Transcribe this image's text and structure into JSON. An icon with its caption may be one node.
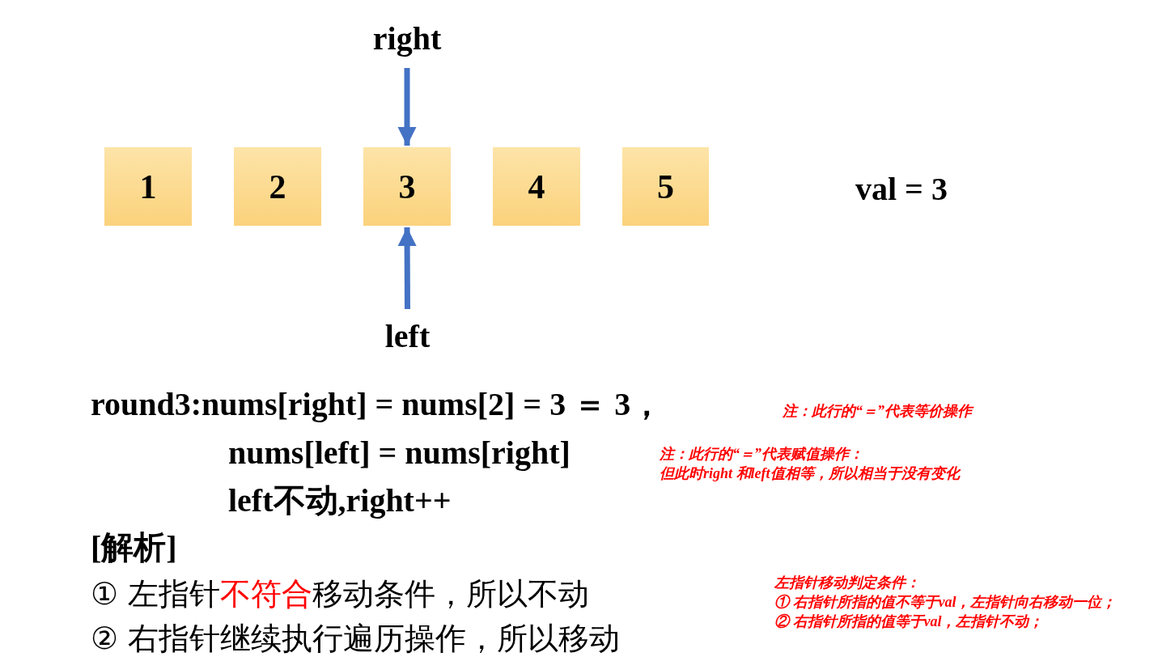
{
  "diagram": {
    "nodes": [
      {
        "text": [
          "1"
        ]
      },
      {
        "text": [
          "2"
        ]
      },
      {
        "text": [
          "3"
        ]
      },
      {
        "text": [
          "4"
        ]
      },
      {
        "text": [
          "5"
        ]
      },
      {
        "text": [
          "right"
        ]
      },
      {
        "text": [
          "left"
        ]
      }
    ],
    "edges": [
      {
        "from": 5,
        "to": 2,
        "arrow": "to"
      },
      {
        "from": 6,
        "to": 2,
        "arrow": "to"
      }
    ],
    "labels": [
      "val = 3",
      "round3:nums[right] = nums[2] = 3 ＝ 3，",
      "注：此行的“＝”代表等价操作",
      "nums[left] = nums[right]",
      "注：此行的“＝”代表赋值操作：",
      "但此时right 和left值相等，所以相当于没有变化",
      "left不动,right++",
      "[解析]",
      "① 左指针",
      "不符合",
      "移动条件，所以不动",
      "左指针移动判定条件：",
      "① 右指针所指的值不等于val，左指针向右移动一位；",
      "② 右指针所指的值等于val，左指针不动；",
      "② 右指针继续执行遍历操作，所以移动"
    ]
  }
}
